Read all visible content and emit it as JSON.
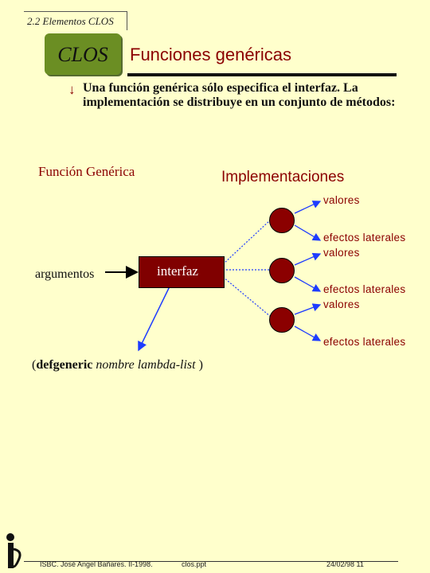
{
  "header": {
    "section": "2.2 Elementos CLOS",
    "badge": "CLOS",
    "title": "Funciones genéricas"
  },
  "bullet": {
    "icon": "arrow-bullet-icon",
    "text": "Una función genérica sólo especifica el interfaz. La implementación se distribuye en un conjunto de métodos:"
  },
  "diagram": {
    "funcion_label": "Función Genérica",
    "impl_label": "Implementaciones",
    "args_label": "argumentos",
    "interfaz_label": "interfaz",
    "outputs": [
      {
        "line1": "valores",
        "line2": ""
      },
      {
        "line1": "efectos laterales",
        "line2": "valores"
      },
      {
        "line1": "efectos laterales",
        "line2": "valores"
      },
      {
        "line1": "efectos laterales",
        "line2": ""
      }
    ]
  },
  "defgeneric": {
    "open": "(",
    "keyword": "defgeneric",
    "params": "nombre lambda-list",
    "close": ")"
  },
  "footer": {
    "author": "ISBC. José Angel Bañares. II-1998.",
    "file": "clos.ppt",
    "date_page": "24/02/98  11"
  },
  "colors": {
    "background": "#ffffcc",
    "accent": "#8b0000",
    "badge": "#6b8e23",
    "arrows": "#1e3cff"
  }
}
